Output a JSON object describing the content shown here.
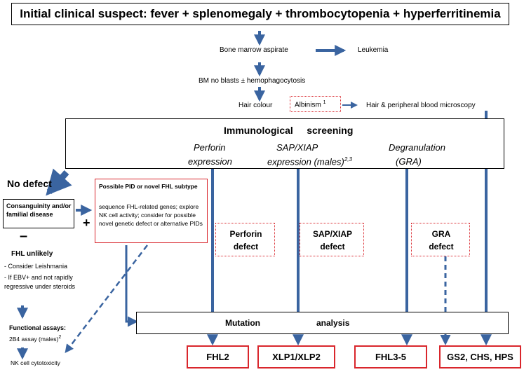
{
  "title": "Initial clinical suspect: fever + splenomegaly + thrombocytopenia + hyperferritinemia",
  "bone_marrow": "Bone marrow aspirate",
  "leukemia": "Leukemia",
  "bm_no_blasts": "BM no blasts ± hemophagocytosis",
  "hair_colour": "Hair colour",
  "albinism": "Albinism",
  "albinism_ref": "1",
  "hair_microscopy": "Hair & peripheral blood microscopy",
  "screening_title": "Immunological     screening",
  "perforin_expression_1": "Perforin",
  "perforin_expression_2": "expression",
  "sap_xiap_1": "SAP/XIAP",
  "sap_xiap_2": "expression (males)",
  "sap_xiap_ref": "2,3",
  "degranulation_1": "Degranulation",
  "degranulation_2": "(GRA)",
  "no_defect": "No defect",
  "consanguinity": "Consanguinity and/or familial disease",
  "plus": "+",
  "minus": "–",
  "pid_title": "Possible PID or novel FHL subtype",
  "pid_body": "sequence FHL-related genes; explore NK cell activity;  consider for possible novel genetic defect or alternative PIDs",
  "fhl_unlikely": "FHL unlikely",
  "consider_leish": "- Consider Leishmania",
  "if_ebv": "- If  EBV+ and not rapidly regressive under steroids",
  "functional_assays": "Functional assays:",
  "assay_2b4": "2B4 assay (males)",
  "assay_2b4_ref": "2",
  "nk_cytotox": "NK cell cytotoxicity",
  "perforin_defect": "Perforin defect",
  "sapxiap_defect": "SAP/XIAP defect",
  "gra_defect": "GRA defect",
  "mutation_analysis": "Mutation                        analysis",
  "outcomes": [
    "FHL2",
    "XLP1/XLP2",
    "FHL3-5",
    "GS2, CHS, HPS"
  ],
  "colors": {
    "arrow": "#3a64a0",
    "red": "#d9262c"
  }
}
